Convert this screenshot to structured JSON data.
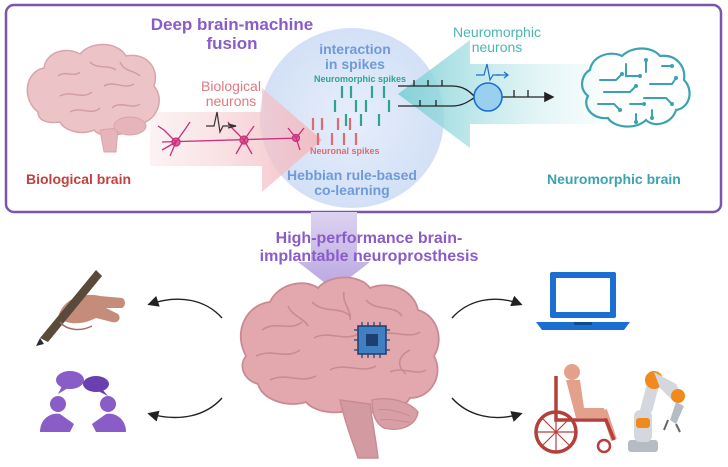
{
  "top_panel": {
    "title_line1": "Deep brain-machine",
    "title_line2": "fusion",
    "biological_neurons_line1": "Biological",
    "biological_neurons_line2": "neurons",
    "interaction_line1": "interaction",
    "interaction_line2": "in spikes",
    "neuromorphic_spikes": "Neuromorphic spikes",
    "neuronal_spikes": "Neuronal spikes",
    "hebbian_line1": "Hebbian rule-based",
    "hebbian_line2": "co-learning",
    "neuromorphic_neurons_line1": "Neuromorphic",
    "neuromorphic_neurons_line2": "neurons",
    "biological_brain": "Biological brain",
    "neuromorphic_brain": "Neuromorphic brain"
  },
  "bottom": {
    "title_line1": "High-performance brain-",
    "title_line2": "implantable neuroprosthesis"
  },
  "colors": {
    "panel_border": "#7a55b0",
    "purple_title": "#8a5cc8",
    "bio_red": "#c4403f",
    "neuro_teal": "#3aa3b2",
    "brain_pink": "#d99aa0",
    "icon_purple": "#8a5cc8",
    "icon_blue": "#1b6fd1",
    "wheelchair_red": "#b5403b"
  },
  "icons": [
    "biological-brain-icon",
    "neuron-icon",
    "spike-train-icon",
    "neuromorphic-neuron-icon",
    "circuit-brain-icon",
    "writing-hand-icon",
    "conversation-icon",
    "brain-implant-icon",
    "laptop-icon",
    "wheelchair-icon",
    "robot-arm-icon"
  ]
}
